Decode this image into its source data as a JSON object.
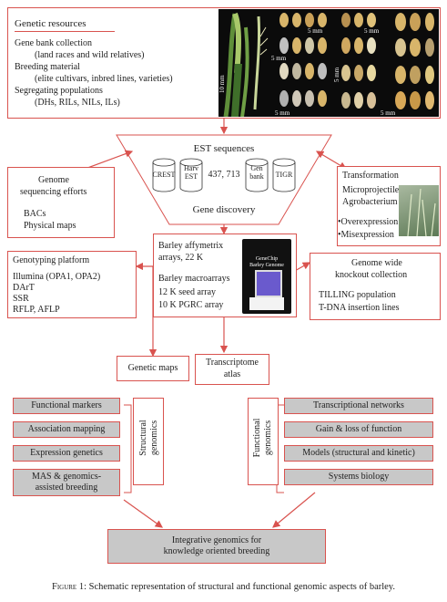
{
  "genetic_resources": {
    "title": "Genetic resources",
    "lines": [
      "Gene bank collection",
      "(land races and wild relatives)",
      "Breeding material",
      "(elite cultivars, inbred lines, varieties)",
      "Segregating populations",
      "(DHs, RILs, NILs, ILs)"
    ],
    "scale_labels": [
      "10 mm",
      "5 mm",
      "5 mm",
      "5 mm",
      "5 mm",
      "5 mm",
      "5 mm"
    ]
  },
  "est": {
    "title": "EST sequences",
    "databases": [
      "CREST",
      "Harv\nEST",
      "Gen\nbank",
      "TIGR"
    ],
    "count": "437, 713",
    "footer": "Gene discovery"
  },
  "genome_sequencing": {
    "title_l1": "Genome",
    "title_l2": "sequencing efforts",
    "items": [
      "BACs",
      "Physical maps"
    ]
  },
  "transformation": {
    "title": "Transformation",
    "methods": [
      "Microprojectile",
      "Agrobacterium"
    ],
    "bullets": [
      "Overexpression",
      "Misexpression"
    ]
  },
  "genotyping": {
    "title": "Genotyping platform",
    "items": [
      "Illumina (OPA1, OPA2)",
      "DArT",
      "SSR",
      "RFLP, AFLP"
    ]
  },
  "arrays": {
    "affy_l1": "Barley affymetrix",
    "affy_l2": "arrays, 22 K",
    "macro_title": "Barley macroarrays",
    "macro_items": [
      "12 K seed array",
      "10 K PGRC array"
    ],
    "chip_l1": "GeneChip",
    "chip_l2": "Barley Genome"
  },
  "knockout": {
    "title_l1": "Genome wide",
    "title_l2": "knockout collection",
    "items": [
      "TILLING population",
      "T-DNA insertion lines"
    ]
  },
  "genetic_maps": "Genetic maps",
  "transcriptome_atlas": [
    "Transcriptome",
    "atlas"
  ],
  "structural": {
    "label": [
      "Structural",
      "genomics"
    ],
    "items": [
      "Functional markers",
      "Association mapping",
      "Expression genetics",
      "MAS & genomics-\nassisted breeding"
    ]
  },
  "functional": {
    "label": [
      "Functional",
      "genomics"
    ],
    "items": [
      "Transcriptional networks",
      "Gain & loss of function",
      "Models (structural and kinetic)",
      "Systems biology"
    ]
  },
  "integrative": [
    "Integrative genomics for",
    "knowledge oriented breeding"
  ],
  "caption": {
    "label": "Figure 1:",
    "text": " Schematic representation of structural and functional genomic aspects of barley."
  },
  "colors": {
    "border": "#d9534f",
    "grey_box": "#c8c8c8"
  }
}
